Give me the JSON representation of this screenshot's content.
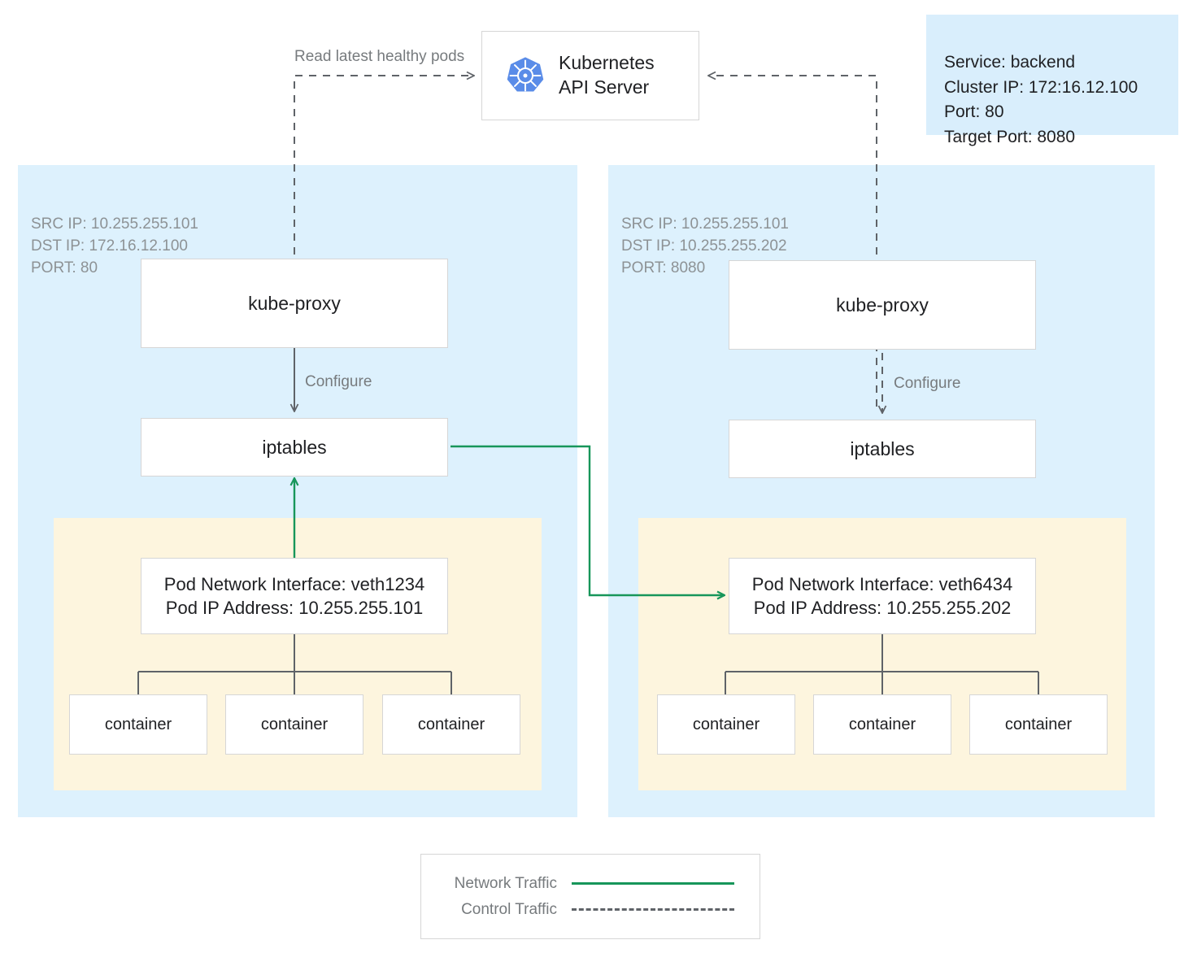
{
  "diagram": {
    "title": "Kubernetes kube-proxy iptables service routing",
    "colors": {
      "node_background": "#ddf1fd",
      "pod_background": "#fdf5de",
      "service_box_background": "#d9eefc",
      "network_traffic": "#17965a",
      "control_traffic": "#5f6368",
      "box_border": "#d6d6d6",
      "muted_text": "#8d9295"
    }
  },
  "api_server": {
    "icon": "kubernetes-logo-icon",
    "label": "Kubernetes\nAPI Server"
  },
  "service_info": {
    "text": "Service: backend\nCluster IP: 172:16.12.100\nPort: 80\nTarget Port: 8080",
    "service": "backend",
    "cluster_ip": "172:16.12.100",
    "port": "80",
    "target_port": "8080"
  },
  "edge_labels": {
    "read_latest": "Read latest healthy pods",
    "configure_left": "Configure",
    "configure_right": "Configure"
  },
  "nodes": [
    {
      "id": "left",
      "packet_info": "SRC IP: 10.255.255.101\nDST IP: 172.16.12.100\nPORT: 80",
      "src_ip": "10.255.255.101",
      "dst_ip": "172.16.12.100",
      "port": "80",
      "kube_proxy_label": "kube-proxy",
      "iptables_label": "iptables",
      "pod": {
        "interface_text": "Pod Network Interface: veth1234\nPod IP Address: 10.255.255.101",
        "interface": "veth1234",
        "pod_ip": "10.255.255.101",
        "containers": [
          "container",
          "container",
          "container"
        ]
      }
    },
    {
      "id": "right",
      "packet_info": "SRC IP: 10.255.255.101\nDST IP: 10.255.255.202\nPORT: 8080",
      "src_ip": "10.255.255.101",
      "dst_ip": "10.255.255.202",
      "port": "8080",
      "kube_proxy_label": "kube-proxy",
      "iptables_label": "iptables",
      "pod": {
        "interface_text": "Pod Network Interface: veth6434\nPod IP Address: 10.255.255.202",
        "interface": "veth6434",
        "pod_ip": "10.255.255.202",
        "containers": [
          "container",
          "container",
          "container"
        ]
      }
    }
  ],
  "legend": {
    "rows": [
      {
        "label": "Network Traffic",
        "style": "solid",
        "color": "#17965a"
      },
      {
        "label": "Control Traffic",
        "style": "dashed",
        "color": "#5f6368"
      }
    ]
  }
}
